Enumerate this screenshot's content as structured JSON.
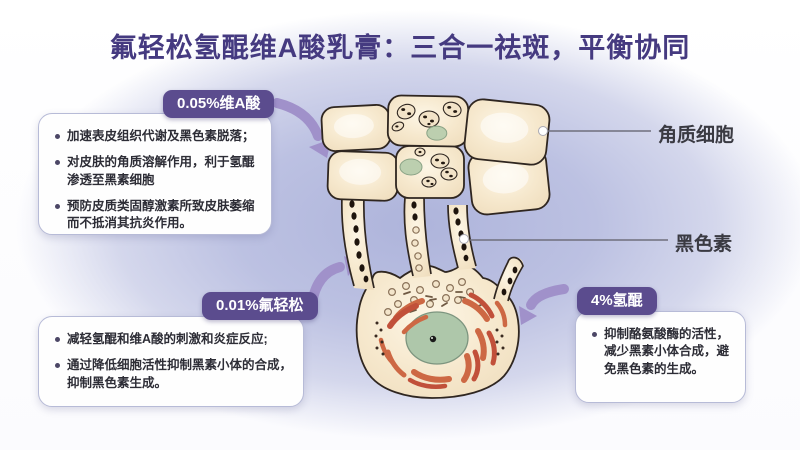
{
  "title": "氟轻松氢醌维A酸乳膏：三合一祛斑，平衡协同",
  "tags": {
    "retinoin": "0.05%维A酸",
    "fluocinolone": "0.01%氟轻松",
    "hydroquinone": "4%氢醌"
  },
  "boxes": {
    "retinoin": {
      "bullets": [
        "加速表皮组织代谢及黑色素脱落；",
        "对皮肤的角质溶解作用，利于氢醌渗透至黑素细胞",
        "预防皮质类固醇激素所致皮肤萎缩而不抵消其抗炎作用。"
      ]
    },
    "fluocinolone": {
      "bullets": [
        "减轻氢醌和维A酸的刺激和炎症反应;",
        "通过降低细胞活性抑制黑素小体的合成，抑制黑色素生成。"
      ]
    },
    "hydroquinone": {
      "bullets": [
        "抑制酪氨酸酶的活性，减少黑素小体合成，避免黑色素的生成。"
      ]
    }
  },
  "annotations": {
    "keratinocyte": "角质细胞",
    "melanin": "黑色素"
  },
  "colors": {
    "title_purple": "#453a80",
    "tag_purple": "#5b4c8e",
    "arrow_purple": "#a091ca",
    "background_lavender": "#b3b9dd",
    "cell_cream": "#f5e6cb",
    "cell_outline": "#2f2620",
    "nucleus_green": "#aec7aa",
    "organelle_orange": "#cd6844",
    "melanin_dark": "#1e140d"
  }
}
